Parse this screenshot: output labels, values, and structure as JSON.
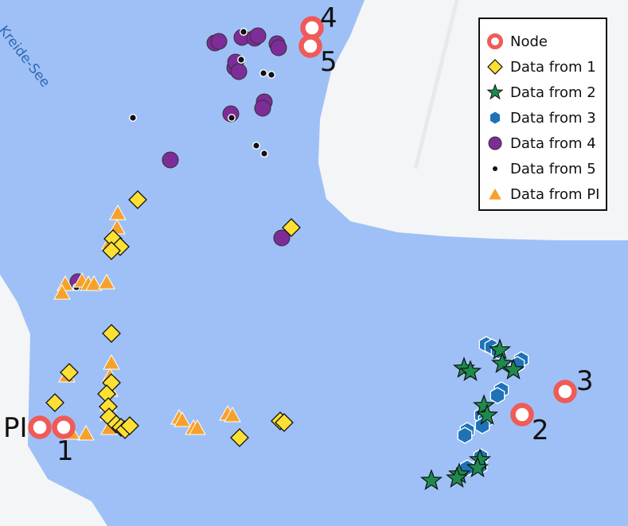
{
  "map": {
    "lake_label": "Kreide-See",
    "colors": {
      "water": "#9ec0f7",
      "land": "#f4f5f7",
      "node_ring": "#f05a57",
      "data1": "#fde033",
      "data2": "#1e8a4d",
      "data3": "#1e73b8",
      "data4": "#7d2c98",
      "data5": "#111111",
      "dataPI": "#f6a22a"
    },
    "nodes": [
      {
        "label": "PI"
      },
      {
        "label": "1"
      },
      {
        "label": "2"
      },
      {
        "label": "3"
      },
      {
        "label": "4"
      },
      {
        "label": "5"
      }
    ]
  },
  "legend": {
    "items": [
      {
        "icon": "node-ring-icon",
        "label": "Node"
      },
      {
        "icon": "yellow-diamond-icon",
        "label": "Data from 1"
      },
      {
        "icon": "green-star-icon",
        "label": "Data from 2"
      },
      {
        "icon": "blue-hexagon-icon",
        "label": "Data from 3"
      },
      {
        "icon": "purple-circle-icon",
        "label": "Data from 4"
      },
      {
        "icon": "black-dot-icon",
        "label": "Data from 5"
      },
      {
        "icon": "orange-triangle-icon",
        "label": "Data from PI"
      }
    ]
  }
}
